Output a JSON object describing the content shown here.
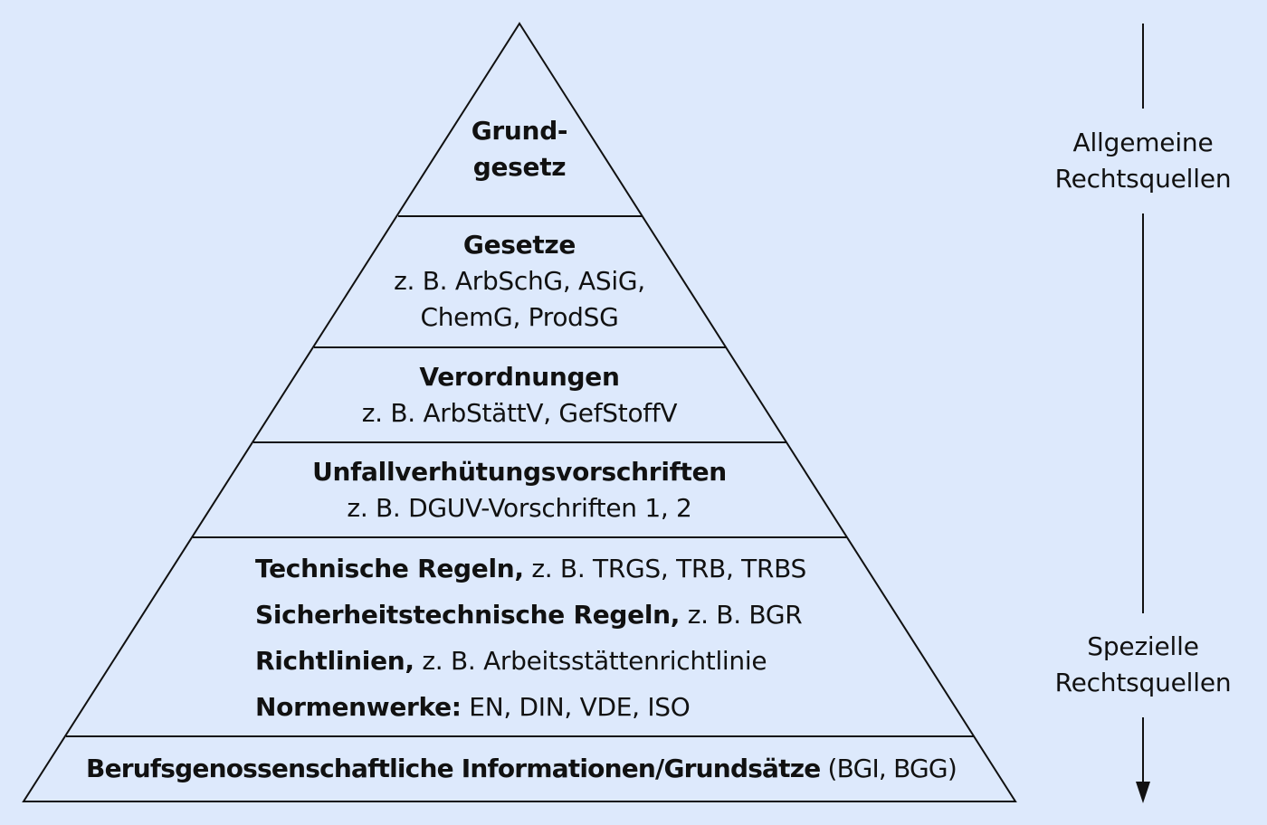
{
  "pyramid": {
    "tier1": {
      "title_line1": "Grund-",
      "title_line2": "gesetz"
    },
    "tier2": {
      "title": "Gesetze",
      "line1": "z. B. ArbSchG, ASiG,",
      "line2": "ChemG, ProdSG"
    },
    "tier3": {
      "title": "Verordnungen",
      "line1": "z. B. ArbStättV, GefStoffV"
    },
    "tier4": {
      "title": "Unfallverhütungsvorschriften",
      "line1": "z. B. DGUV-Vorschriften 1, 2"
    },
    "tier5": {
      "rows": [
        {
          "bold": "Technische Regeln,",
          "rest": " z. B. TRGS, TRB, TRBS"
        },
        {
          "bold": "Sicherheitstechnische Regeln,",
          "rest": " z. B. BGR"
        },
        {
          "bold": "Richtlinien,",
          "rest": " z. B. Arbeitsstättenrichtlinie"
        },
        {
          "bold": "Normenwerke:",
          "rest": " EN, DIN, VDE, ISO"
        }
      ]
    },
    "tier6": {
      "bold": "Berufsgenossenschaftliche Informationen/Grundsätze",
      "rest": " (BGI, BGG)"
    }
  },
  "axis": {
    "top_label_line1": "Allgemeine",
    "top_label_line2": "Rechtsquellen",
    "bottom_label_line1": "Spezielle",
    "bottom_label_line2": "Rechtsquellen"
  },
  "colors": {
    "background": "#dde9fc",
    "line": "#111111"
  }
}
